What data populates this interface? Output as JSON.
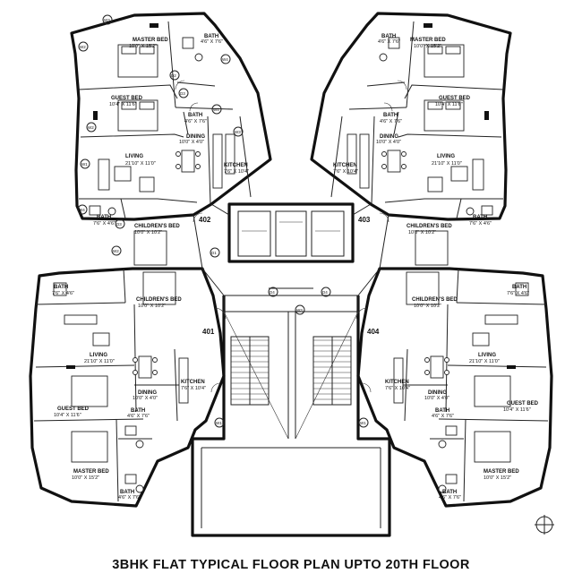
{
  "caption": "3BHK FLAT TYPICAL FLOOR PLAN UPTO 20TH FLOOR",
  "units": {
    "u401": "401",
    "u402": "402",
    "u403": "403",
    "u404": "404"
  },
  "rooms": {
    "master_bed": {
      "name": "MASTER BED",
      "dims": "10'0\" X 15'2\""
    },
    "guest_bed": {
      "name": "GUEST BED",
      "dims": "10'4\" X 11'6\""
    },
    "living": {
      "name": "LIVING",
      "dims": "21'10\" X 11'0\""
    },
    "dining": {
      "name": "DINING",
      "dims": "10'0\" X 4'0\""
    },
    "kitchen": {
      "name": "KITCHEN",
      "dims": "7'6\" X 10'4\""
    },
    "childrens_bed": {
      "name": "CHILDREN'S BED",
      "dims": "10'0\" X 10'2\""
    },
    "bath_a": {
      "name": "BATH",
      "dims": "4'6\" X 7'6\""
    },
    "bath_b": {
      "name": "BATH",
      "dims": "7'6\" X 4'6\""
    }
  },
  "tags": {
    "d1": "D1",
    "d2": "D2",
    "d3": "D3",
    "d4": "D4",
    "w1": "W1",
    "w2": "W2",
    "w3": "W3",
    "w4": "W4"
  },
  "compass": "north-arrow-icon"
}
